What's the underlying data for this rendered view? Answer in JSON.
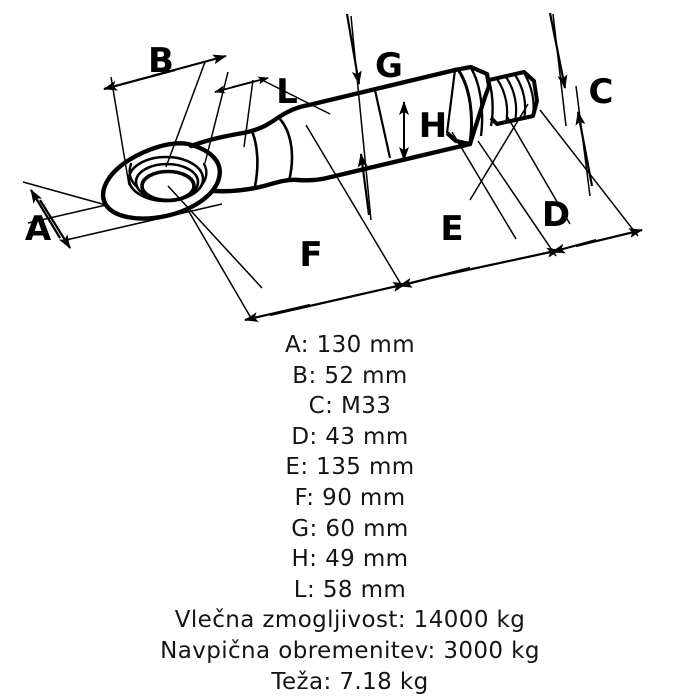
{
  "document": {
    "type": "technical-drawing",
    "subject": "Vlečno oko (tow eye / drawbar eye)",
    "view": "isometric line drawing",
    "line_color": "#000000",
    "background_color": "#ffffff"
  },
  "drawing": {
    "dimension_labels": [
      {
        "key": "A",
        "text": "A"
      },
      {
        "key": "B",
        "text": "B"
      },
      {
        "key": "C",
        "text": "C"
      },
      {
        "key": "D",
        "text": "D"
      },
      {
        "key": "E",
        "text": "E"
      },
      {
        "key": "F",
        "text": "F"
      },
      {
        "key": "G",
        "text": "G"
      },
      {
        "key": "H",
        "text": "H"
      },
      {
        "key": "L",
        "text": "L"
      }
    ]
  },
  "specs": {
    "lines": [
      "A: 130 mm",
      "B: 52 mm",
      "C: M33",
      "D: 43 mm",
      "E: 135 mm",
      "F: 90 mm",
      "G: 60 mm",
      "H: 49 mm",
      "L: 58 mm",
      "Vlečna zmogljivost: 14000 kg",
      "Navpična obremenitev: 3000 kg",
      "Teža: 7.18 kg"
    ],
    "entries": [
      {
        "label": "A",
        "value": "130 mm"
      },
      {
        "label": "B",
        "value": "52 mm"
      },
      {
        "label": "C",
        "value": "M33"
      },
      {
        "label": "D",
        "value": "43 mm"
      },
      {
        "label": "E",
        "value": "135 mm"
      },
      {
        "label": "F",
        "value": "90 mm"
      },
      {
        "label": "G",
        "value": "60 mm"
      },
      {
        "label": "H",
        "value": "49 mm"
      },
      {
        "label": "L",
        "value": "58 mm"
      },
      {
        "label": "Vlečna zmogljivost",
        "value": "14000 kg"
      },
      {
        "label": "Navpična obremenitev",
        "value": "3000 kg"
      },
      {
        "label": "Teža",
        "value": "7.18 kg"
      }
    ]
  }
}
